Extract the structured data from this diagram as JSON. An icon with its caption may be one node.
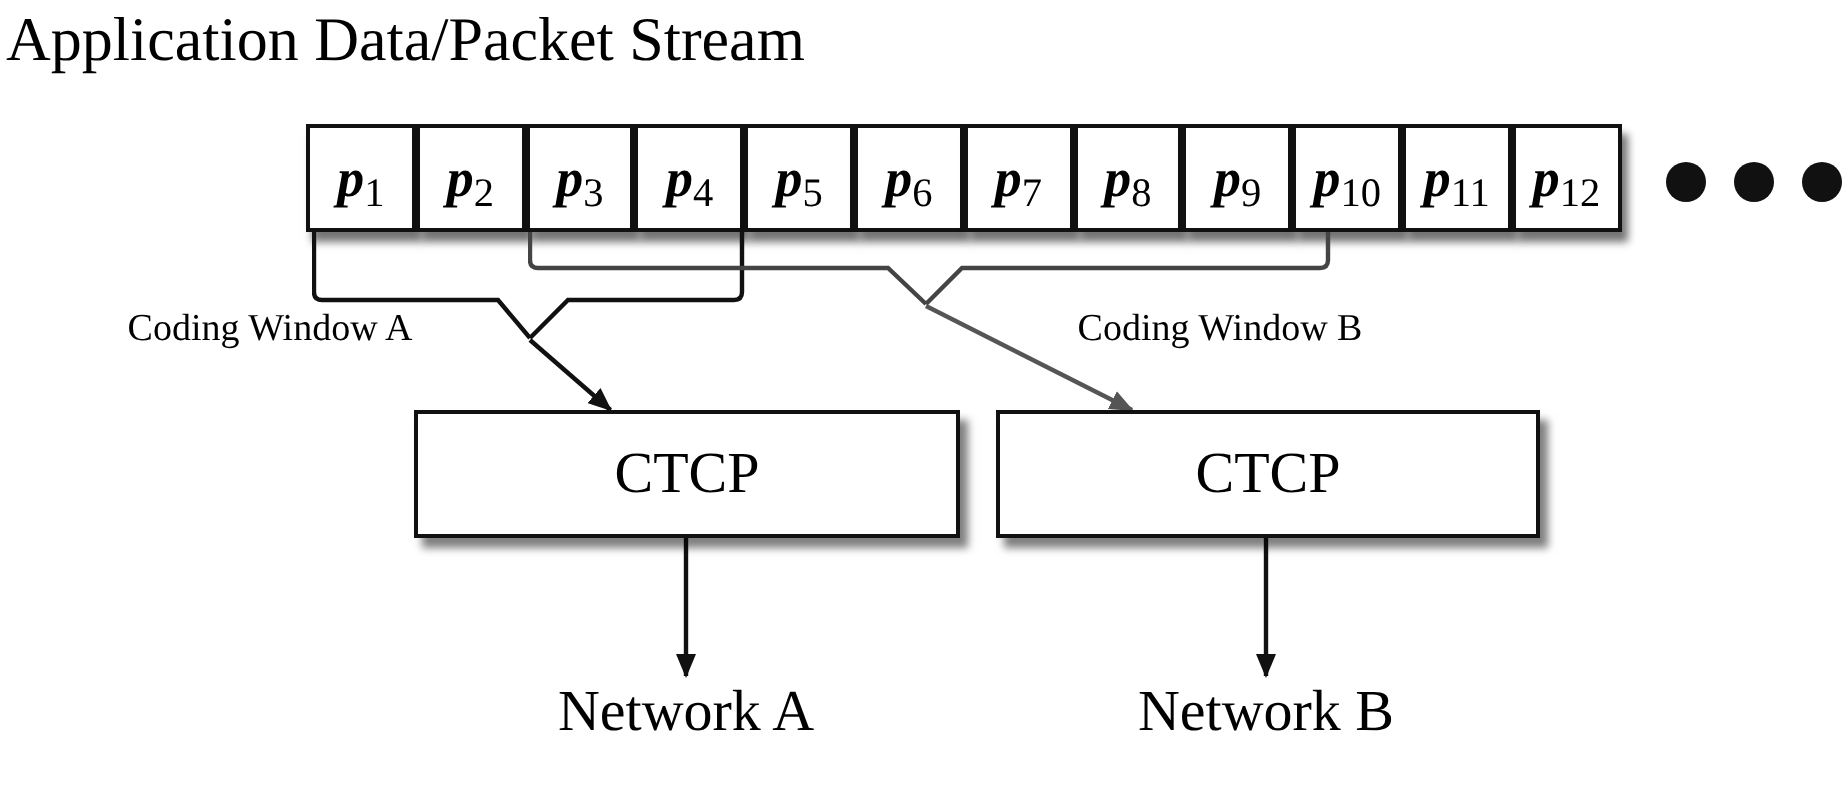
{
  "diagram": {
    "title": "Application Data/Packet Stream",
    "nodes": [
      {
        "text": [
          "*p*$_{1}$"
        ]
      },
      {
        "text": [
          "*p*$_{2}$"
        ]
      },
      {
        "text": [
          "*p*$_{3}$"
        ]
      },
      {
        "text": [
          "*p*$_{4}$"
        ]
      },
      {
        "text": [
          "*p*$_{5}$"
        ]
      },
      {
        "text": [
          "*p*$_{6}$"
        ]
      },
      {
        "text": [
          "*p*$_{7}$"
        ]
      },
      {
        "text": [
          "*p*$_{8}$"
        ]
      },
      {
        "text": [
          "*p*$_{9}$"
        ]
      },
      {
        "text": [
          "*p*$_{10}$"
        ]
      },
      {
        "text": [
          "*p*$_{11}$"
        ]
      },
      {
        "text": [
          "*p*$_{12}$"
        ]
      },
      {
        "text": [],
        "shape": "bracket",
        "beside": [
          "Coding Window A"
        ]
      },
      {
        "text": [],
        "shape": "bracket",
        "beside": [
          "Coding Window B"
        ]
      },
      {
        "text": [
          "CTCP"
        ]
      },
      {
        "text": [
          "CTCP"
        ]
      },
      {
        "text": [
          "Network A"
        ]
      },
      {
        "text": [
          "Network B"
        ]
      }
    ],
    "edges": [
      {
        "from": 12,
        "to": 14,
        "arrow": "to"
      },
      {
        "from": 13,
        "to": 15,
        "arrow": "to",
        "color": "#555555"
      },
      {
        "from": 14,
        "to": 16,
        "arrow": "to"
      },
      {
        "from": 15,
        "to": 17,
        "arrow": "to"
      }
    ]
  }
}
